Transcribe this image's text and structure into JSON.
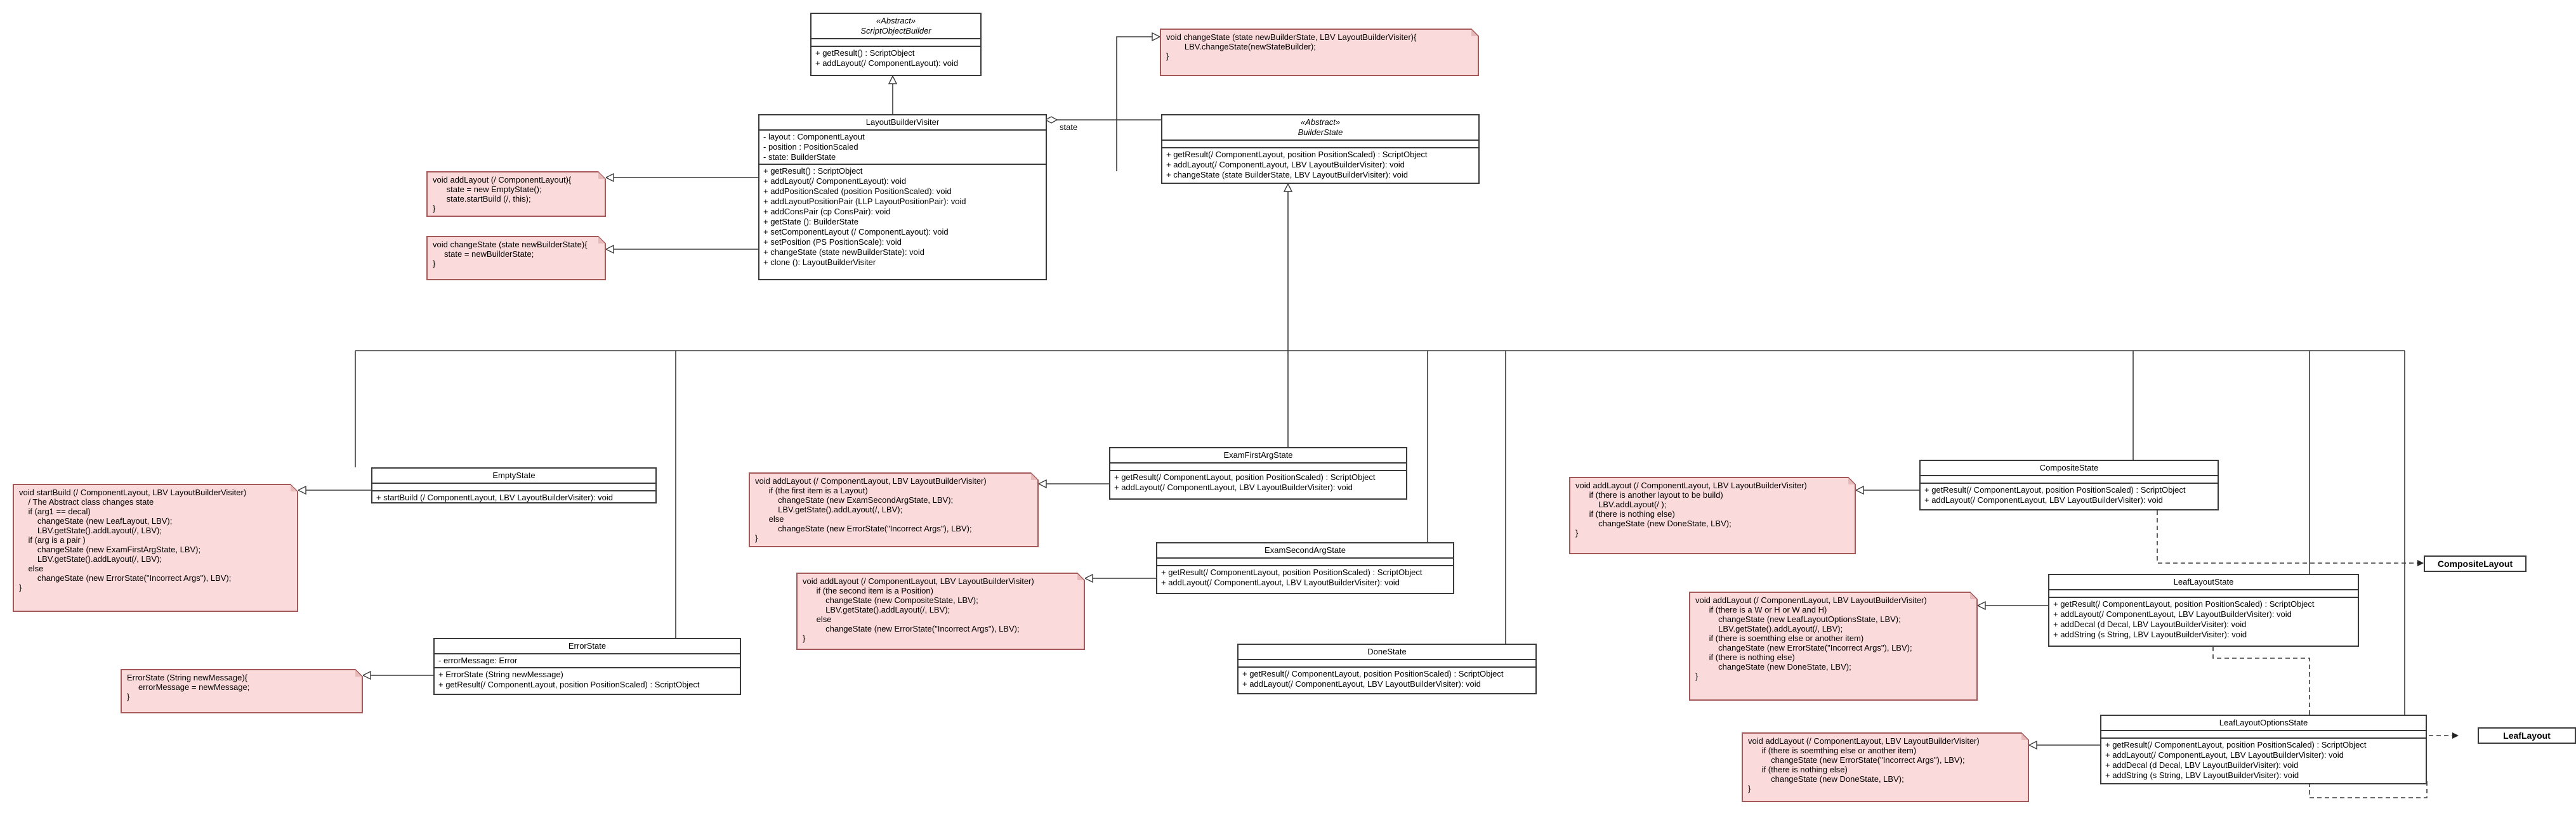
{
  "classes": {
    "script_object_builder": {
      "stereotype": "«Abstract»",
      "name": "ScriptObjectBuilder",
      "attributes": [],
      "methods": [
        "+ getResult() : ScriptObject",
        "+ addLayout(/ ComponentLayout): void"
      ]
    },
    "layout_builder_visiter": {
      "name": "LayoutBuilderVisiter",
      "attributes": [
        "- layout : ComponentLayout",
        "- position : PositionScaled",
        "- state: BuilderState"
      ],
      "methods": [
        "+ getResult() : ScriptObject",
        "+ addLayout(/ ComponentLayout): void",
        "+ addPositionScaled (position PositionScaled): void",
        "+ addLayoutPositionPair (LLP LayoutPositionPair): void",
        "+ addConsPair (cp ConsPair): void",
        "+ getState (): BuilderState",
        "+ setComponentLayout (/ ComponentLayout): void",
        "+ setPosition (PS PositionScale): void",
        "+ changeState (state newBuilderState): void",
        "+ clone (): LayoutBuilderVisiter"
      ]
    },
    "builder_state": {
      "stereotype": "«Abstract»",
      "name": "BuilderState",
      "attributes": [],
      "methods": [
        "+ getResult(/ ComponentLayout, position PositionScaled) : ScriptObject",
        "+ addLayout(/ ComponentLayout, LBV LayoutBuilderVisiter): void",
        "+ changeState (state BuilderState, LBV LayoutBuilderVisiter): void"
      ]
    },
    "empty_state": {
      "name": "EmptyState",
      "attributes": [],
      "methods": [
        "+ startBuild (/ ComponentLayout, LBV LayoutBuilderVisiter): void"
      ]
    },
    "exam_first_arg_state": {
      "name": "ExamFirstArgState",
      "attributes": [],
      "methods": [
        "+ getResult(/ ComponentLayout, position PositionScaled) : ScriptObject",
        "+ addLayout(/ ComponentLayout, LBV LayoutBuilderVisiter): void"
      ]
    },
    "exam_second_arg_state": {
      "name": "ExamSecondArgState",
      "attributes": [],
      "methods": [
        "+ getResult(/ ComponentLayout, position PositionScaled) : ScriptObject",
        "+ addLayout(/ ComponentLayout, LBV LayoutBuilderVisiter): void"
      ]
    },
    "done_state": {
      "name": "DoneState",
      "attributes": [],
      "methods": [
        "+ getResult(/ ComponentLayout, position PositionScaled) : ScriptObject",
        "+ addLayout(/ ComponentLayout, LBV LayoutBuilderVisiter): void"
      ]
    },
    "error_state": {
      "name": "ErrorState",
      "attributes": [
        "- errorMessage: Error"
      ],
      "methods": [
        "+ ErrorState (String newMessage)",
        "+ getResult(/ ComponentLayout, position PositionScaled) : ScriptObject"
      ]
    },
    "composite_state": {
      "name": "CompositeState",
      "attributes": [],
      "methods": [
        "+ getResult(/ ComponentLayout, position PositionScaled) : ScriptObject",
        "+ addLayout(/ ComponentLayout, LBV LayoutBuilderVisiter): void"
      ]
    },
    "leaf_layout_state": {
      "name": "LeafLayoutState",
      "attributes": [],
      "methods": [
        "+ getResult(/ ComponentLayout, position PositionScaled) : ScriptObject",
        "+ addLayout(/ ComponentLayout, LBV LayoutBuilderVisiter): void",
        "+ addDecal (d Decal, LBV LayoutBuilderVisiter): void",
        "+ addString (s String, LBV LayoutBuilderVisiter): void"
      ]
    },
    "leaf_layout_options_state": {
      "name": "LeafLayoutOptionsState",
      "attributes": [],
      "methods": [
        "+ getResult(/ ComponentLayout, position PositionScaled) : ScriptObject",
        "+ addLayout(/ ComponentLayout, LBV LayoutBuilderVisiter): void",
        "+ addDecal (d Decal, LBV LayoutBuilderVisiter): void",
        "+ addString (s String, LBV LayoutBuilderVisiter): void"
      ]
    }
  },
  "references": {
    "composite_layout": "CompositeLayout",
    "leaf_layout": "LeafLayout"
  },
  "association_label": "state",
  "notes": {
    "change_state_builder": [
      "void changeState (state newBuilderState, LBV LayoutBuilderVisiter){",
      "        LBV.changeState(newStateBuilder);",
      "}"
    ],
    "add_layout_visiter": [
      "void addLayout (/ ComponentLayout){",
      "      state = new EmptyState();",
      "      state.startBuild (/, this);",
      "}"
    ],
    "change_state_visiter": [
      "void changeState (state newBuilderState){",
      "     state = newBuilderState;",
      "}"
    ],
    "start_build": [
      "void startBuild (/ ComponentLayout, LBV LayoutBuilderVisiter)",
      "    / The Abstract class changes state",
      "    if (arg1 == decal)",
      "        changeState (new LeafLayout, LBV);",
      "        LBV.getState().addLayout(/, LBV);",
      "    if (arg is a pair )",
      "        changeState (new ExamFirstArgState, LBV);",
      "        LBV.getState().addLayout(/, LBV);",
      "    else",
      "        changeState (new ErrorState(\"Incorrect Args\"), LBV);",
      "}"
    ],
    "error_ctor": [
      "ErrorState (String newMessage){",
      "     errorMessage = newMessage;",
      "}"
    ],
    "exam_first": [
      "void addLayout (/ ComponentLayout, LBV LayoutBuilderVisiter)",
      "      if (the first item is a Layout)",
      "          changeState (new ExamSecondArgState, LBV);",
      "          LBV.getState().addLayout(/, LBV);",
      "      else",
      "          changeState (new ErrorState(\"Incorrect Args\"), LBV);",
      "}"
    ],
    "exam_second": [
      "void addLayout (/ ComponentLayout, LBV LayoutBuilderVisiter)",
      "      if (the second item is a Position)",
      "          changeState (new CompositeState, LBV);",
      "          LBV.getState().addLayout(/, LBV);",
      "      else",
      "          changeState (new ErrorState(\"Incorrect Args\"), LBV);",
      "}"
    ],
    "composite": [
      "void addLayout (/ ComponentLayout, LBV LayoutBuilderVisiter)",
      "      if (there is another layout to be build)",
      "          LBV.addLayout(/ );",
      "      if (there is nothing else)",
      "          changeState (new DoneState, LBV);",
      "}"
    ],
    "leaf": [
      "void addLayout (/ ComponentLayout, LBV LayoutBuilderVisiter)",
      "      if (there is a W or H or W and H)",
      "          changeState (new LeafLayoutOptionsState, LBV);",
      "          LBV.getState().addLayout(/, LBV);",
      "      if (there is soemthing else or another item)",
      "          changeState (new ErrorState(\"Incorrect Args\"), LBV);",
      "      if (there is nothing else)",
      "          changeState (new DoneState, LBV);",
      "}"
    ],
    "leaf_options": [
      "void addLayout (/ ComponentLayout, LBV LayoutBuilderVisiter)",
      "      if (there is soemthing else or another item)",
      "          changeState (new ErrorState(\"Incorrect Args\"), LBV);",
      "      if (there is nothing else)",
      "          changeState (new DoneState, LBV);",
      "}"
    ]
  },
  "colors": {
    "note_fill": "#fadada",
    "note_border": "#a55a5a",
    "line": "#3a3a3a"
  }
}
